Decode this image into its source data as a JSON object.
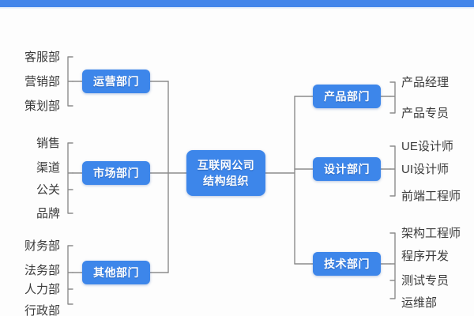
{
  "diagram": {
    "title": "互联网公司结构组织",
    "type": "organization-mindmap",
    "colors": {
      "node_blue": "#3d86ea",
      "topbar_blue": "#4285ea",
      "connector_gray": "#8c8c8c",
      "leaf_text": "#3a3a3a",
      "background": "#fdfdfd"
    }
  },
  "center": {
    "line1": "互联网公司",
    "line2": "结构组织"
  },
  "left_branches": [
    {
      "name": "运营部门",
      "children": [
        "客服部",
        "营销部",
        "策划部"
      ]
    },
    {
      "name": "市场部门",
      "children": [
        "销售",
        "渠道",
        "公关",
        "品牌"
      ]
    },
    {
      "name": "其他部门",
      "children": [
        "财务部",
        "法务部",
        "人力部",
        "行政部"
      ]
    }
  ],
  "right_branches": [
    {
      "name": "产品部门",
      "children": [
        "产品经理",
        "产品专员"
      ]
    },
    {
      "name": "设计部门",
      "children": [
        "UE设计师",
        "UI设计师",
        "前端工程师"
      ]
    },
    {
      "name": "技术部门",
      "children": [
        "架构工程师",
        "程序开发",
        "测试专员",
        "运维部"
      ]
    }
  ]
}
